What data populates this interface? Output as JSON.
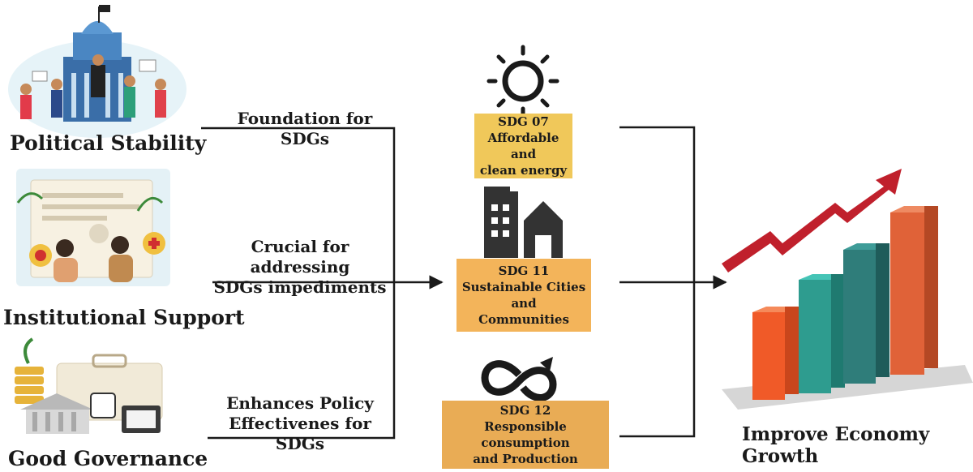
{
  "factors": {
    "political": "Political Stability",
    "institutional": "Institutional Support",
    "governance": "Good Governance"
  },
  "edges": {
    "foundation": "Foundation for SDGs",
    "crucial_line1": "Crucial for addressing",
    "crucial_line2": "SDGs impediments",
    "enhances_line1": "Enhances Policy",
    "enhances_line2": "Effectivenes for SDGs"
  },
  "sdgs": [
    {
      "code": "SDG 07",
      "line1": "Affordable and",
      "line2": "clean energy",
      "color": "#f0c85a",
      "icon": "sun-icon"
    },
    {
      "code": "SDG 11",
      "line1": "Sustainable Cities and",
      "line2": "Communities",
      "color": "#f3b45a",
      "icon": "city-buildings-icon"
    },
    {
      "code": "SDG 12",
      "line1": "Responsible consumption",
      "line2": "and Production",
      "color": "#e9ac55",
      "icon": "recycle-loop-icon"
    }
  ],
  "outcome": "Improve Economy Growth",
  "colors": {
    "line": "#1a1a1a",
    "trend_arrow": "#c0202c",
    "bars": [
      "#f05a28",
      "#2e9c8f",
      "#2f7d7a",
      "#e06238"
    ]
  }
}
